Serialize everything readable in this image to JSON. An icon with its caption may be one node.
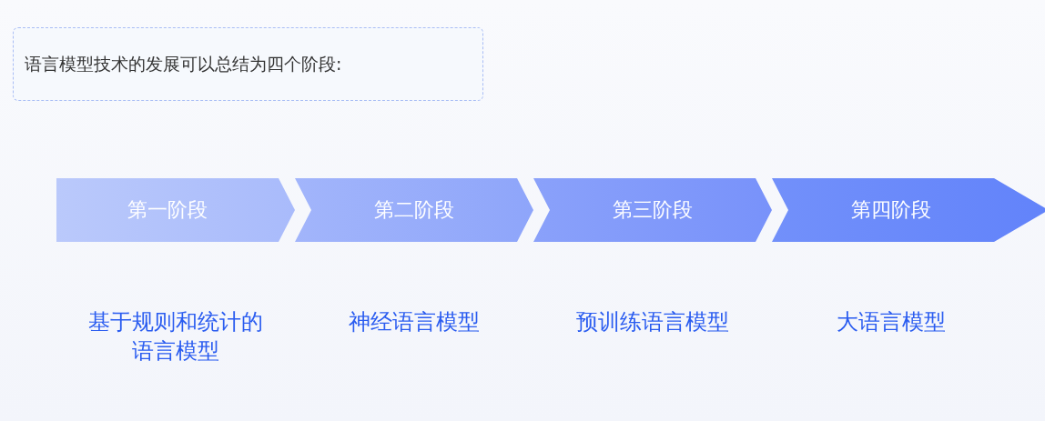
{
  "diagram": {
    "nodes": [
      {
        "text": [
          "语言模型技术的发展可以总结为四个阶段:"
        ]
      },
      {
        "text": [
          "第一阶段"
        ],
        "beside": [
          "基于规则和统计的语言模型"
        ]
      },
      {
        "text": [
          "第二阶段"
        ],
        "beside": [
          "神经语言模型"
        ]
      },
      {
        "text": [
          "第三阶段"
        ],
        "beside": [
          "预训练语言模型"
        ]
      },
      {
        "text": [
          "第四阶段"
        ],
        "beside": [
          "大语言模型"
        ]
      }
    ]
  }
}
